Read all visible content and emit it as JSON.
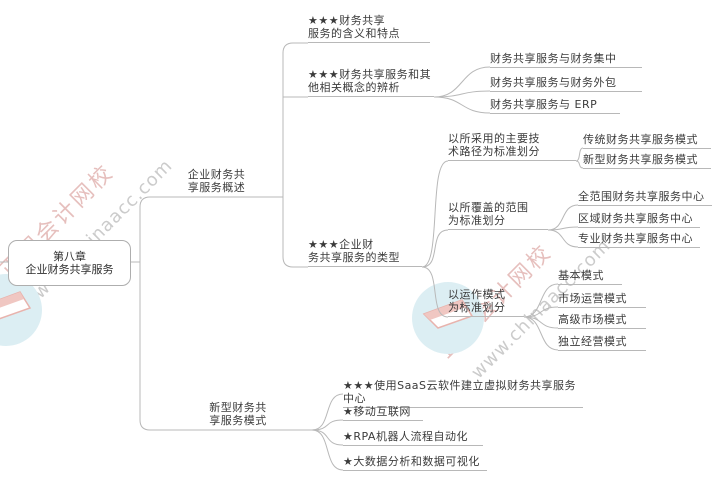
{
  "mindmap": {
    "root": {
      "label": "第八章\n企业财务共享服务"
    },
    "branches": [
      {
        "label": "企业财务共\n享服务概述",
        "children": [
          {
            "label": "★★★财务共享\n服务的含义和特点",
            "children": []
          },
          {
            "label": "★★★财务共享服务和其\n他相关概念的辨析",
            "children": [
              {
                "label": "财务共享服务与财务集中"
              },
              {
                "label": "财务共享服务与财务外包"
              },
              {
                "label": "财务共享服务与 ERP"
              }
            ]
          },
          {
            "label": "★★★企业财\n务共享服务的类型",
            "children": [
              {
                "label": "以所采用的主要技\n术路径为标准划分",
                "children": [
                  {
                    "label": "传统财务共享服务模式"
                  },
                  {
                    "label": "新型财务共享服务模式"
                  }
                ]
              },
              {
                "label": "以所覆盖的范围\n为标准划分",
                "children": [
                  {
                    "label": "全范围财务共享服务中心"
                  },
                  {
                    "label": "区域财务共享服务中心"
                  },
                  {
                    "label": "专业财务共享服务中心"
                  }
                ]
              },
              {
                "label": "以运作模式\n为标准划分",
                "children": [
                  {
                    "label": "基本模式"
                  },
                  {
                    "label": "市场运营模式"
                  },
                  {
                    "label": "高级市场模式"
                  },
                  {
                    "label": "独立经营模式"
                  }
                ]
              }
            ]
          }
        ]
      },
      {
        "label": "新型财务共\n享服务模式",
        "children": [
          {
            "label": "★★★使用SaaS云软件建立虚拟财务共享服务中心"
          },
          {
            "label": "★移动互联网"
          },
          {
            "label": "★RPA机器人流程自动化"
          },
          {
            "label": "★大数据分析和数据可视化"
          }
        ]
      }
    ]
  },
  "watermark": {
    "brand": "正保会计网校",
    "site": "www.chinaacc.com"
  },
  "colors": {
    "line": "#b8b8b8",
    "text": "#3b3b3b",
    "watermark_brand": "#e2b5b2",
    "watermark_site": "#c6c6c6",
    "logo_circle": "#dceef3",
    "logo_swoosh": "#e8b3ad"
  }
}
